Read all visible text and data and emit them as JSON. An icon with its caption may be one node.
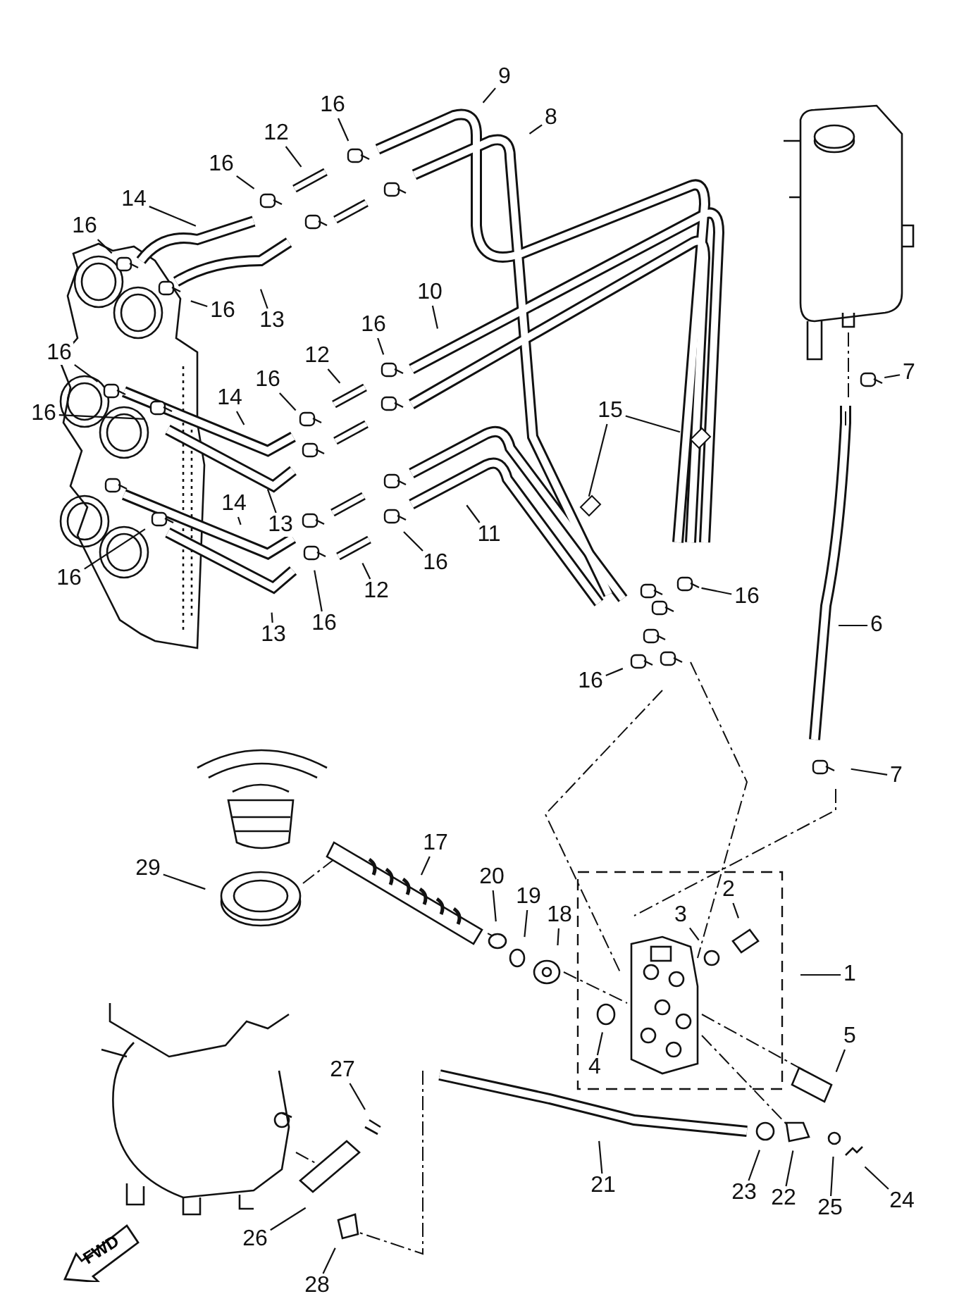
{
  "diagram": {
    "nodes": [
      {
        "text": [
          "9"
        ]
      },
      {
        "text": [
          "16"
        ]
      },
      {
        "text": [
          "8"
        ]
      },
      {
        "text": [
          "12"
        ]
      },
      {
        "text": [
          "16"
        ]
      },
      {
        "text": [
          "14"
        ]
      },
      {
        "text": [
          "16"
        ]
      },
      {
        "text": [
          "10"
        ]
      },
      {
        "text": [
          "16"
        ]
      },
      {
        "text": [
          "13"
        ]
      },
      {
        "text": [
          "16"
        ]
      },
      {
        "text": [
          "16"
        ]
      },
      {
        "text": [
          "12"
        ]
      },
      {
        "text": [
          "7"
        ]
      },
      {
        "text": [
          "16"
        ]
      },
      {
        "text": [
          "14"
        ]
      },
      {
        "text": [
          "15"
        ]
      },
      {
        "text": [
          "16"
        ]
      },
      {
        "text": [
          "14"
        ]
      },
      {
        "text": [
          "13"
        ]
      },
      {
        "text": [
          "11"
        ]
      },
      {
        "text": [
          "16"
        ]
      },
      {
        "text": [
          "16"
        ]
      },
      {
        "text": [
          "12"
        ]
      },
      {
        "text": [
          "16"
        ]
      },
      {
        "text": [
          "16"
        ]
      },
      {
        "text": [
          "6"
        ]
      },
      {
        "text": [
          "13"
        ]
      },
      {
        "text": [
          "16"
        ]
      },
      {
        "text": [
          "7"
        ]
      },
      {
        "text": [
          "17"
        ]
      },
      {
        "text": [
          "29"
        ]
      },
      {
        "text": [
          "20"
        ]
      },
      {
        "text": [
          "2"
        ]
      },
      {
        "text": [
          "19"
        ]
      },
      {
        "text": [
          "18"
        ]
      },
      {
        "text": [
          "3"
        ]
      },
      {
        "text": [
          "1"
        ]
      },
      {
        "text": [
          "5"
        ]
      },
      {
        "text": [
          "4"
        ]
      },
      {
        "text": [
          "27"
        ]
      },
      {
        "text": [
          "21"
        ]
      },
      {
        "text": [
          "23"
        ]
      },
      {
        "text": [
          "22"
        ]
      },
      {
        "text": [
          "24"
        ]
      },
      {
        "text": [
          "25"
        ]
      },
      {
        "text": [
          "26"
        ]
      },
      {
        "text": [
          "FWD"
        ]
      },
      {
        "text": [
          "28"
        ]
      }
    ],
    "edges": [
      {
        "from": 0,
        "to": null,
        "arrow": "none"
      },
      {
        "from": 1,
        "to": null,
        "arrow": "none"
      },
      {
        "from": 2,
        "to": null,
        "arrow": "none"
      },
      {
        "from": 3,
        "to": null,
        "arrow": "none"
      },
      {
        "from": 4,
        "to": null,
        "arrow": "none"
      },
      {
        "from": 5,
        "to": null,
        "arrow": "none"
      },
      {
        "from": 6,
        "to": null,
        "arrow": "none"
      },
      {
        "from": 7,
        "to": null,
        "arrow": "none"
      },
      {
        "from": 8,
        "to": null,
        "arrow": "none"
      },
      {
        "from": 9,
        "to": null,
        "arrow": "none"
      },
      {
        "from": 10,
        "to": null,
        "arrow": "none"
      },
      {
        "from": 11,
        "to": null,
        "arrow": "none"
      },
      {
        "from": 12,
        "to": null,
        "arrow": "none"
      },
      {
        "from": 13,
        "to": null,
        "arrow": "none"
      },
      {
        "from": 14,
        "to": null,
        "arrow": "none"
      },
      {
        "from": 15,
        "to": null,
        "arrow": "none"
      },
      {
        "from": 16,
        "to": null,
        "arrow": "none"
      },
      {
        "from": 16,
        "to": null,
        "arrow": "none"
      },
      {
        "from": 17,
        "to": null,
        "arrow": "none"
      },
      {
        "from": 18,
        "to": null,
        "arrow": "none"
      },
      {
        "from": 19,
        "to": null,
        "arrow": "none"
      },
      {
        "from": 20,
        "to": null,
        "arrow": "none"
      },
      {
        "from": 21,
        "to": null,
        "arrow": "none"
      },
      {
        "from": 22,
        "to": null,
        "arrow": "none"
      },
      {
        "from": 23,
        "to": null,
        "arrow": "none"
      },
      {
        "from": 24,
        "to": null,
        "arrow": "none"
      },
      {
        "from": 25,
        "to": null,
        "arrow": "none"
      },
      {
        "from": 26,
        "to": null,
        "arrow": "none"
      },
      {
        "from": 27,
        "to": null,
        "arrow": "none"
      },
      {
        "from": 28,
        "to": null,
        "arrow": "none"
      },
      {
        "from": 29,
        "to": null,
        "arrow": "none"
      },
      {
        "from": 30,
        "to": null,
        "arrow": "none"
      },
      {
        "from": 31,
        "to": null,
        "arrow": "none"
      },
      {
        "from": 32,
        "to": null,
        "arrow": "none"
      },
      {
        "from": 33,
        "to": null,
        "arrow": "none"
      },
      {
        "from": 34,
        "to": null,
        "arrow": "none"
      },
      {
        "from": 35,
        "to": null,
        "arrow": "none"
      },
      {
        "from": 36,
        "to": null,
        "arrow": "none"
      },
      {
        "from": 37,
        "to": null,
        "arrow": "none"
      },
      {
        "from": 38,
        "to": null,
        "arrow": "none"
      },
      {
        "from": 39,
        "to": null,
        "arrow": "none"
      },
      {
        "from": 40,
        "to": null,
        "arrow": "none"
      },
      {
        "from": 41,
        "to": null,
        "arrow": "none"
      },
      {
        "from": 42,
        "to": null,
        "arrow": "none"
      },
      {
        "from": 43,
        "to": null,
        "arrow": "none"
      },
      {
        "from": 44,
        "to": null,
        "arrow": "none"
      },
      {
        "from": 45,
        "to": null,
        "arrow": "none"
      },
      {
        "from": 46,
        "to": null,
        "arrow": "none"
      },
      {
        "from": 48,
        "to": null,
        "arrow": "none"
      }
    ]
  }
}
